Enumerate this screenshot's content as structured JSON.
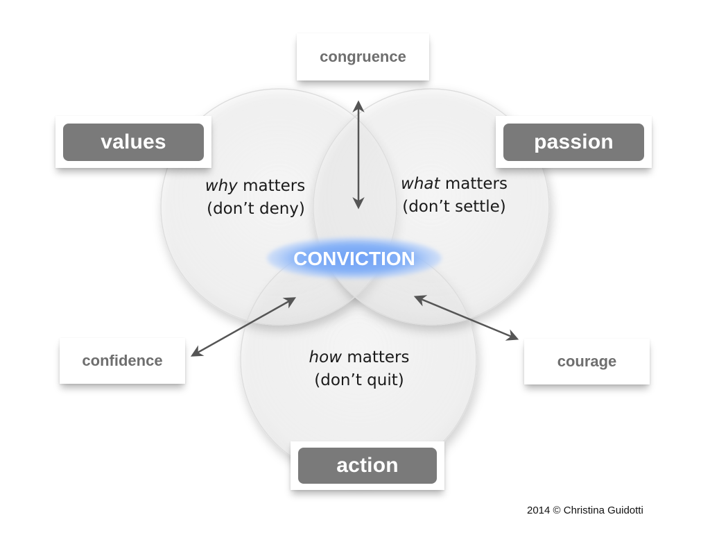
{
  "cards": {
    "congruence": "congruence",
    "values": "values",
    "passion": "passion",
    "confidence": "confidence",
    "courage": "courage",
    "action": "action"
  },
  "circles": {
    "why": {
      "emphasis": "why",
      "rest": " matters",
      "sub": "(don’t deny)"
    },
    "what": {
      "emphasis": "what",
      "rest": " matters",
      "sub": "(don’t settle)"
    },
    "how": {
      "emphasis": "how",
      "rest": " matters",
      "sub": "(don’t quit)"
    }
  },
  "center": {
    "label": "CONVICTION",
    "color": "#7aaaf5"
  },
  "colors": {
    "pill": "#7a7a7a",
    "card_text": "#6e6e6e",
    "arrow": "#555555"
  },
  "copyright": "2014 © Christina Guidotti"
}
